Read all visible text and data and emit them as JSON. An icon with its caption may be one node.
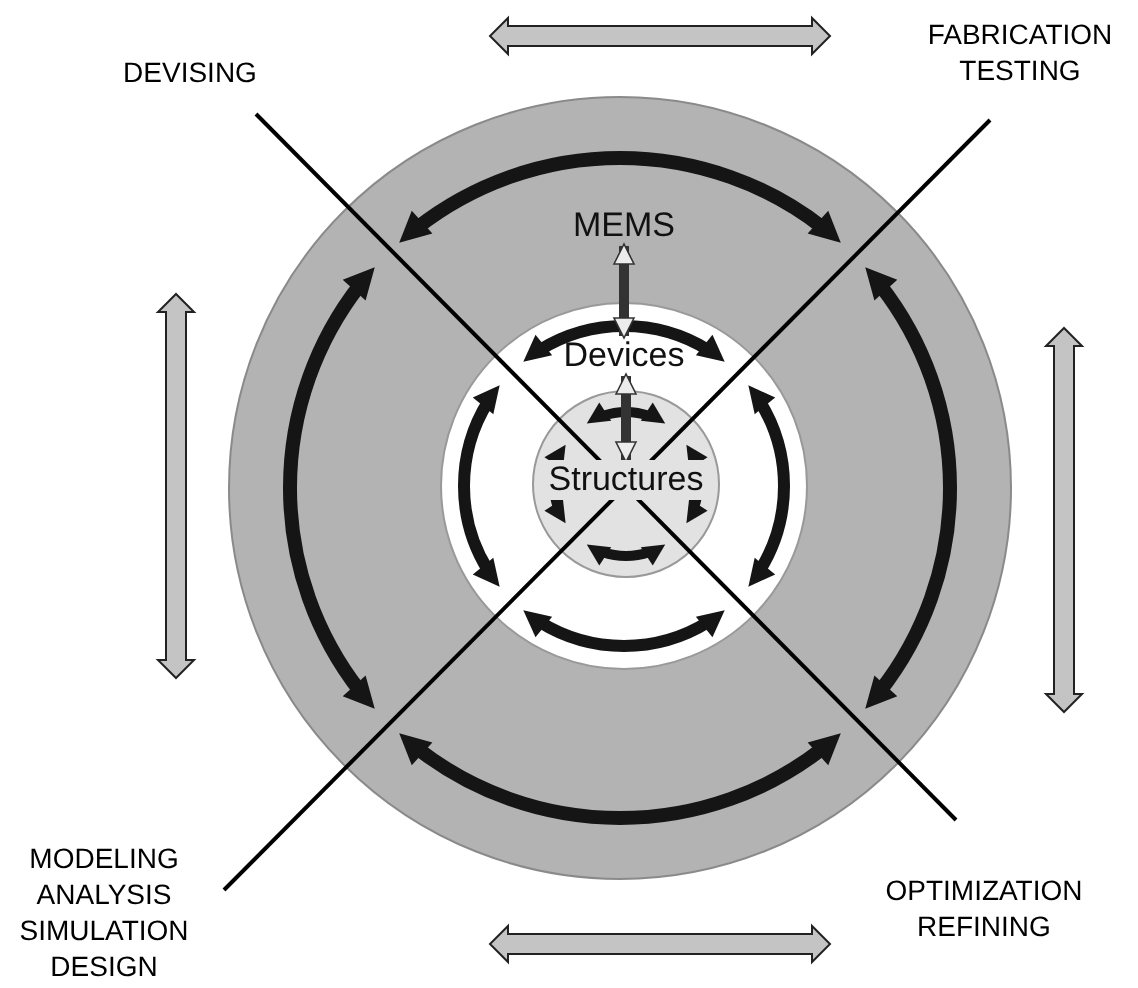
{
  "diagram": {
    "nodes": [
      {
        "text": [
          "MEMS"
        ]
      },
      {
        "text": [
          "Devices"
        ]
      },
      {
        "text": [
          "Structures"
        ]
      }
    ],
    "edges": [
      {
        "from": 0,
        "to": 1,
        "arrow": "both"
      },
      {
        "from": 1,
        "to": 2,
        "arrow": "both"
      }
    ],
    "labels": [
      "DEVISING",
      "FABRICATION TESTING",
      "MODELING ANALYSIS SIMULATION DESIGN",
      "OPTIMIZATION REFINING"
    ]
  }
}
